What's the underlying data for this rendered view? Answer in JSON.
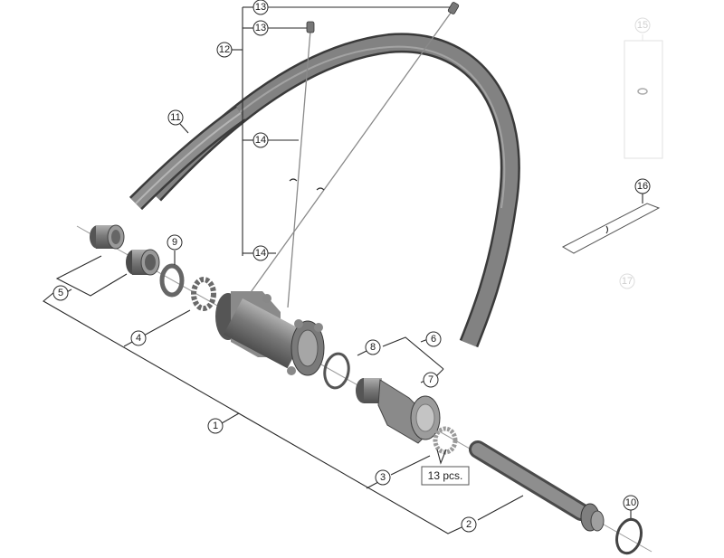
{
  "diagram": {
    "type": "exploded-parts-diagram",
    "subject": "rear wheel assembly (hub, freehub body, rim, spokes)",
    "callouts": [
      {
        "id": "c1",
        "label": "1"
      },
      {
        "id": "c2",
        "label": "2"
      },
      {
        "id": "c3",
        "label": "3"
      },
      {
        "id": "c4",
        "label": "4"
      },
      {
        "id": "c5",
        "label": "5"
      },
      {
        "id": "c6",
        "label": "6"
      },
      {
        "id": "c7",
        "label": "7"
      },
      {
        "id": "c8",
        "label": "8"
      },
      {
        "id": "c9",
        "label": "9"
      },
      {
        "id": "c10",
        "label": "10"
      },
      {
        "id": "c11",
        "label": "11"
      },
      {
        "id": "c12",
        "label": "12"
      },
      {
        "id": "c13a",
        "label": "13"
      },
      {
        "id": "c13b",
        "label": "13"
      },
      {
        "id": "c14a",
        "label": "14"
      },
      {
        "id": "c14b",
        "label": "14"
      },
      {
        "id": "c15",
        "label": "15"
      },
      {
        "id": "c16",
        "label": "16"
      },
      {
        "id": "c17",
        "label": "17"
      }
    ],
    "quantity_note": "13 pcs.",
    "parts": [
      {
        "label": "1",
        "name": "hub assembly"
      },
      {
        "label": "2",
        "name": "axle"
      },
      {
        "label": "3",
        "name": "freehub ball bearings"
      },
      {
        "label": "4",
        "name": "bearing retainer"
      },
      {
        "label": "5",
        "name": "end cap / lock nut set"
      },
      {
        "label": "6",
        "name": "freehub body set"
      },
      {
        "label": "7",
        "name": "freehub body"
      },
      {
        "label": "8",
        "name": "o-ring"
      },
      {
        "label": "9",
        "name": "dust cap washer"
      },
      {
        "label": "10",
        "name": "o-ring"
      },
      {
        "label": "11",
        "name": "rim"
      },
      {
        "label": "12",
        "name": "spoke set"
      },
      {
        "label": "13",
        "name": "spoke nipple"
      },
      {
        "label": "14",
        "name": "spoke"
      },
      {
        "label": "15",
        "name": "valve (faded)"
      },
      {
        "label": "16",
        "name": "rim tape"
      },
      {
        "label": "17",
        "name": "faded part"
      }
    ]
  }
}
